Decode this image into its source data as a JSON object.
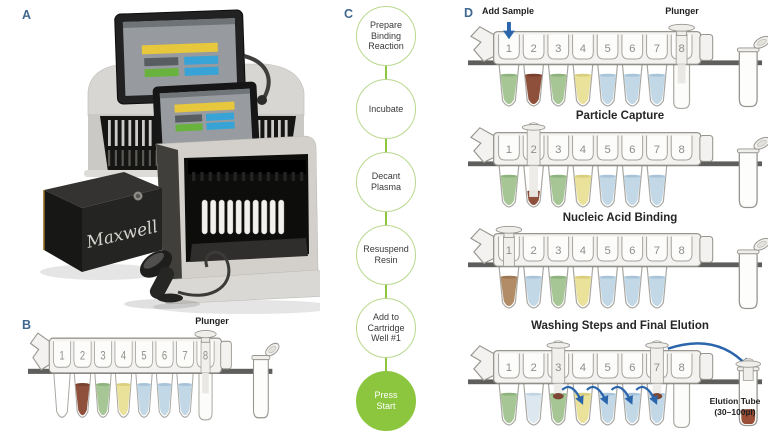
{
  "panel_labels": {
    "a": "A",
    "b": "B",
    "c": "C",
    "d": "D"
  },
  "panel_a": {
    "kit_box_script": "Maxwell"
  },
  "colors": {
    "accent_green": "#8CC63E",
    "arrow_blue": "#2B66AD",
    "panel_label_blue": "#40688F",
    "screen_yellow": "#E7C73B",
    "screen_blue": "#37A3D6",
    "screen_green": "#69B23E",
    "rail_gray": "#5E5E5C"
  },
  "flowchart": {
    "steps": [
      {
        "label": "Prepare\nBinding\nReaction",
        "filled": false
      },
      {
        "label": "Incubate",
        "filled": false
      },
      {
        "label": "Decant\nPlasma",
        "filled": false
      },
      {
        "label": "Resuspend\nResin",
        "filled": false
      },
      {
        "label": "Add to\nCartridge\nWell #1",
        "filled": false
      },
      {
        "label": "Press\nStart",
        "filled": true
      }
    ]
  },
  "cartridge_colors": {
    "brown": {
      "f": "#8E4F3B",
      "d": "#7A4130"
    },
    "green": {
      "f": "#A6C795",
      "d": "#8FB37E"
    },
    "yellow": {
      "f": "#EAE19A",
      "d": "#D9CF7E"
    },
    "blue": {
      "f": "#C2D8E6",
      "d": "#A9C4D8"
    },
    "paleblue": {
      "f": "#DCE7EF",
      "d": "#C2D4E2"
    },
    "tan": {
      "f": "#B28C66",
      "d": "#9C7854"
    },
    "eluate": {
      "f": "#9A4F36",
      "d": "#7E3E2A"
    },
    "resin": {
      "f": "#7E4734",
      "d": "#6B3A28"
    }
  },
  "cartridges": {
    "b": {
      "id": "b",
      "plunger_label": "Plunger",
      "wells": [
        {
          "num": "1"
        },
        {
          "num": "2",
          "fill": "brown"
        },
        {
          "num": "3",
          "fill": "green"
        },
        {
          "num": "4",
          "fill": "yellow"
        },
        {
          "num": "5",
          "fill": "blue"
        },
        {
          "num": "6",
          "fill": "blue"
        },
        {
          "num": "7",
          "fill": "blue"
        },
        {
          "num": "8",
          "tube": "cyl"
        }
      ],
      "plungers": [
        {
          "well": 8,
          "style": "above"
        }
      ],
      "elution": {
        "cap": "open"
      }
    },
    "d1": {
      "id": "d1",
      "add_sample_label": "Add Sample",
      "plunger_label": "Plunger",
      "sample_arrow_well": 1,
      "wells": [
        {
          "num": "1",
          "fill": "green"
        },
        {
          "num": "2",
          "fill": "brown"
        },
        {
          "num": "3",
          "fill": "green"
        },
        {
          "num": "4",
          "fill": "yellow"
        },
        {
          "num": "5",
          "fill": "blue"
        },
        {
          "num": "6",
          "fill": "blue"
        },
        {
          "num": "7",
          "fill": "blue"
        },
        {
          "num": "8",
          "tube": "cyl"
        }
      ],
      "plungers": [
        {
          "well": 8,
          "style": "above"
        }
      ],
      "elution": {
        "cap": "open"
      }
    },
    "d2": {
      "id": "d2",
      "title": "Particle Capture",
      "wells": [
        {
          "num": "1",
          "fill": "green"
        },
        {
          "num": "2",
          "fill": "brown",
          "level": "low"
        },
        {
          "num": "3",
          "fill": "green"
        },
        {
          "num": "4",
          "fill": "yellow"
        },
        {
          "num": "5",
          "fill": "blue"
        },
        {
          "num": "6",
          "fill": "blue"
        },
        {
          "num": "7",
          "fill": "blue"
        },
        {
          "num": "8",
          "tube": "none"
        }
      ],
      "plungers": [
        {
          "well": 2,
          "style": "in"
        }
      ],
      "elution": {
        "cap": "open"
      }
    },
    "d3": {
      "id": "d3",
      "title": "Nucleic Acid Binding",
      "wells": [
        {
          "num": "1",
          "fill": "tan"
        },
        {
          "num": "2",
          "fill": "blue"
        },
        {
          "num": "3",
          "fill": "green"
        },
        {
          "num": "4",
          "fill": "yellow"
        },
        {
          "num": "5",
          "fill": "blue"
        },
        {
          "num": "6",
          "fill": "blue"
        },
        {
          "num": "7",
          "fill": "blue"
        },
        {
          "num": "8",
          "tube": "none"
        }
      ],
      "plungers": [
        {
          "well": 1,
          "style": "above"
        }
      ],
      "elution": {
        "cap": "open"
      }
    },
    "d4": {
      "id": "d4",
      "title": "Washing Steps and Final Elution",
      "elution_label": "Elution Tube\n(30–100µl)",
      "wells": [
        {
          "num": "1",
          "fill": "green"
        },
        {
          "num": "2",
          "fill": "paleblue"
        },
        {
          "num": "3",
          "fill": "green",
          "resin": true
        },
        {
          "num": "4",
          "fill": "yellow"
        },
        {
          "num": "5",
          "fill": "blue"
        },
        {
          "num": "6",
          "fill": "blue"
        },
        {
          "num": "7",
          "fill": "blue",
          "resin": true
        },
        {
          "num": "8",
          "tube": "cyl"
        }
      ],
      "plungers": [
        {
          "well": 3,
          "style": "in"
        },
        {
          "well": 7,
          "style": "in"
        }
      ],
      "wash_arrows": [
        [
          3,
          4
        ],
        [
          4,
          5
        ],
        [
          5,
          6
        ],
        [
          6,
          7
        ]
      ],
      "elution_arc_from": 7,
      "elution": {
        "cap": "plunger",
        "fill": "eluate"
      }
    }
  }
}
